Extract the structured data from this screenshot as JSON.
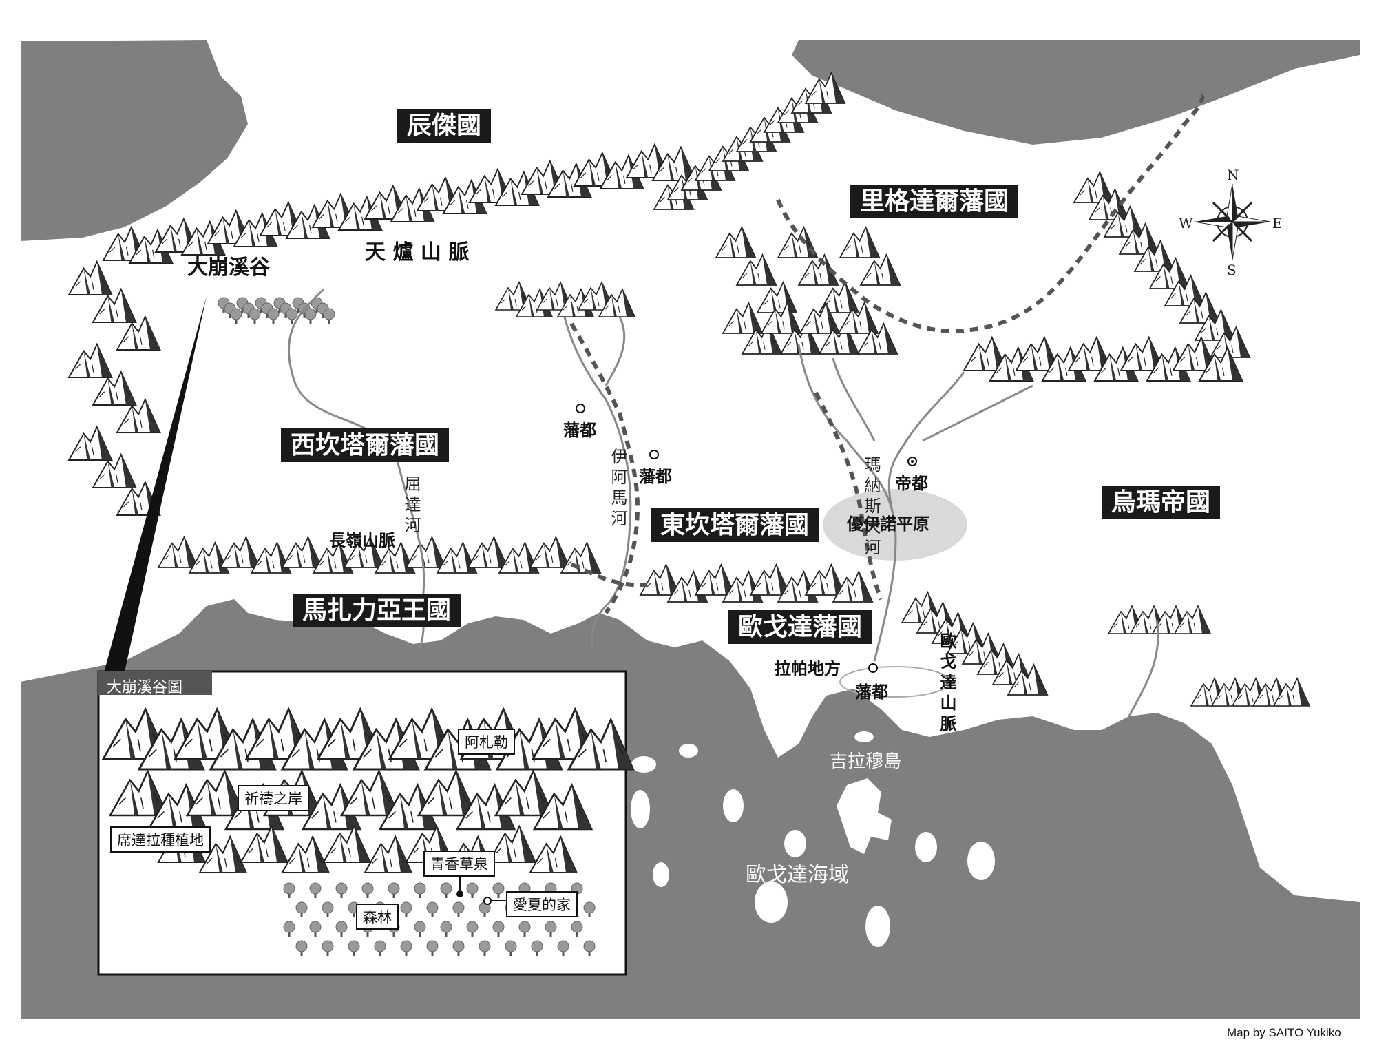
{
  "regions": {
    "chenjie": "辰傑國",
    "ligeda": "里格達爾藩國",
    "xikanta": "西坎塔爾藩國",
    "dongkanta": "東坎塔爾藩國",
    "mazhali": "馬扎力亞王國",
    "ougeda": "歐戈達藩國",
    "wuma": "烏瑪帝國"
  },
  "features": {
    "tianlu": "天 爐 山 脈",
    "dabeng": "大崩溪谷",
    "changling": "長嶺山脈",
    "youyinuo": "優伊諾平原",
    "lapa": "拉帕地方",
    "ougeda_mountains": "歐戈達山脈",
    "quda_river": "屈達河",
    "yiama_river": "伊阿馬河",
    "manas_river": "瑪納斯大河"
  },
  "cities": {
    "fan_capital": "藩都",
    "imperial_capital": "帝都"
  },
  "sea": {
    "jilamu": "吉拉穆島",
    "ougeda_sea": "歐戈達海域"
  },
  "inset": {
    "title": "大崩溪谷圖",
    "alizhale": "阿札勒",
    "qidao": "祈禱之岸",
    "xida": "席達拉種植地",
    "qingxiang": "青香草泉",
    "aixia": "愛夏的家",
    "senlin": "森林"
  },
  "compass": {
    "n": "N",
    "s": "S",
    "e": "E",
    "w": "W"
  },
  "credit": "Map by SAITO Yukiko",
  "colors": {
    "water": "#7f7f7f",
    "land": "#ffffff",
    "label_bg": "#1a1a1a",
    "plain": "#d9d9d9"
  }
}
